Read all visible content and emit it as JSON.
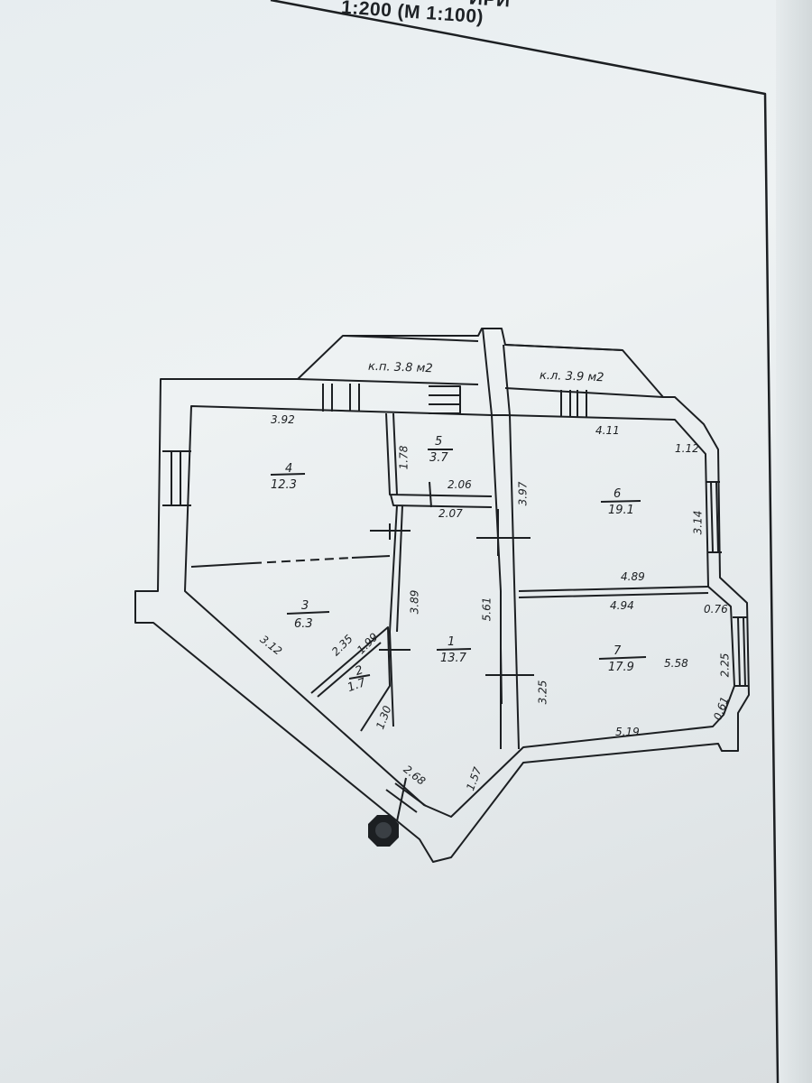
{
  "header": {
    "title_fragment": "ИРИ",
    "scale": "1:200 (М 1:100)"
  },
  "balconies": [
    {
      "id": "balcony-left",
      "label": "к.п. 3.8 м2"
    },
    {
      "id": "balcony-right",
      "label": "к.л. 3.9 м2"
    }
  ],
  "rooms": [
    {
      "id": "room-1",
      "number": "1",
      "area": "13.7"
    },
    {
      "id": "room-2",
      "number": "2",
      "area": "1.7"
    },
    {
      "id": "room-3",
      "number": "3",
      "area": "6.3"
    },
    {
      "id": "room-4",
      "number": "4",
      "area": "12.3"
    },
    {
      "id": "room-5",
      "number": "5",
      "area": "3.7"
    },
    {
      "id": "room-6",
      "number": "6",
      "area": "19.1"
    },
    {
      "id": "room-7",
      "number": "7",
      "area": "17.9"
    }
  ],
  "dimensions": [
    "3.92",
    "1.78",
    "2.06",
    "2.07",
    "3.97",
    "4.11",
    "1.12",
    "3.14",
    "4.89",
    "4.94",
    "0.76",
    "2.25",
    "0.61",
    "5.58",
    "5.19",
    "3.25",
    "5.61",
    "3.89",
    "2.35",
    "1.99",
    "1.30",
    "3.12",
    "2.68",
    "1.57"
  ],
  "colors": {
    "ink": "#1c1f22",
    "paper": "#e9eef0",
    "background": "#cfd6da"
  }
}
